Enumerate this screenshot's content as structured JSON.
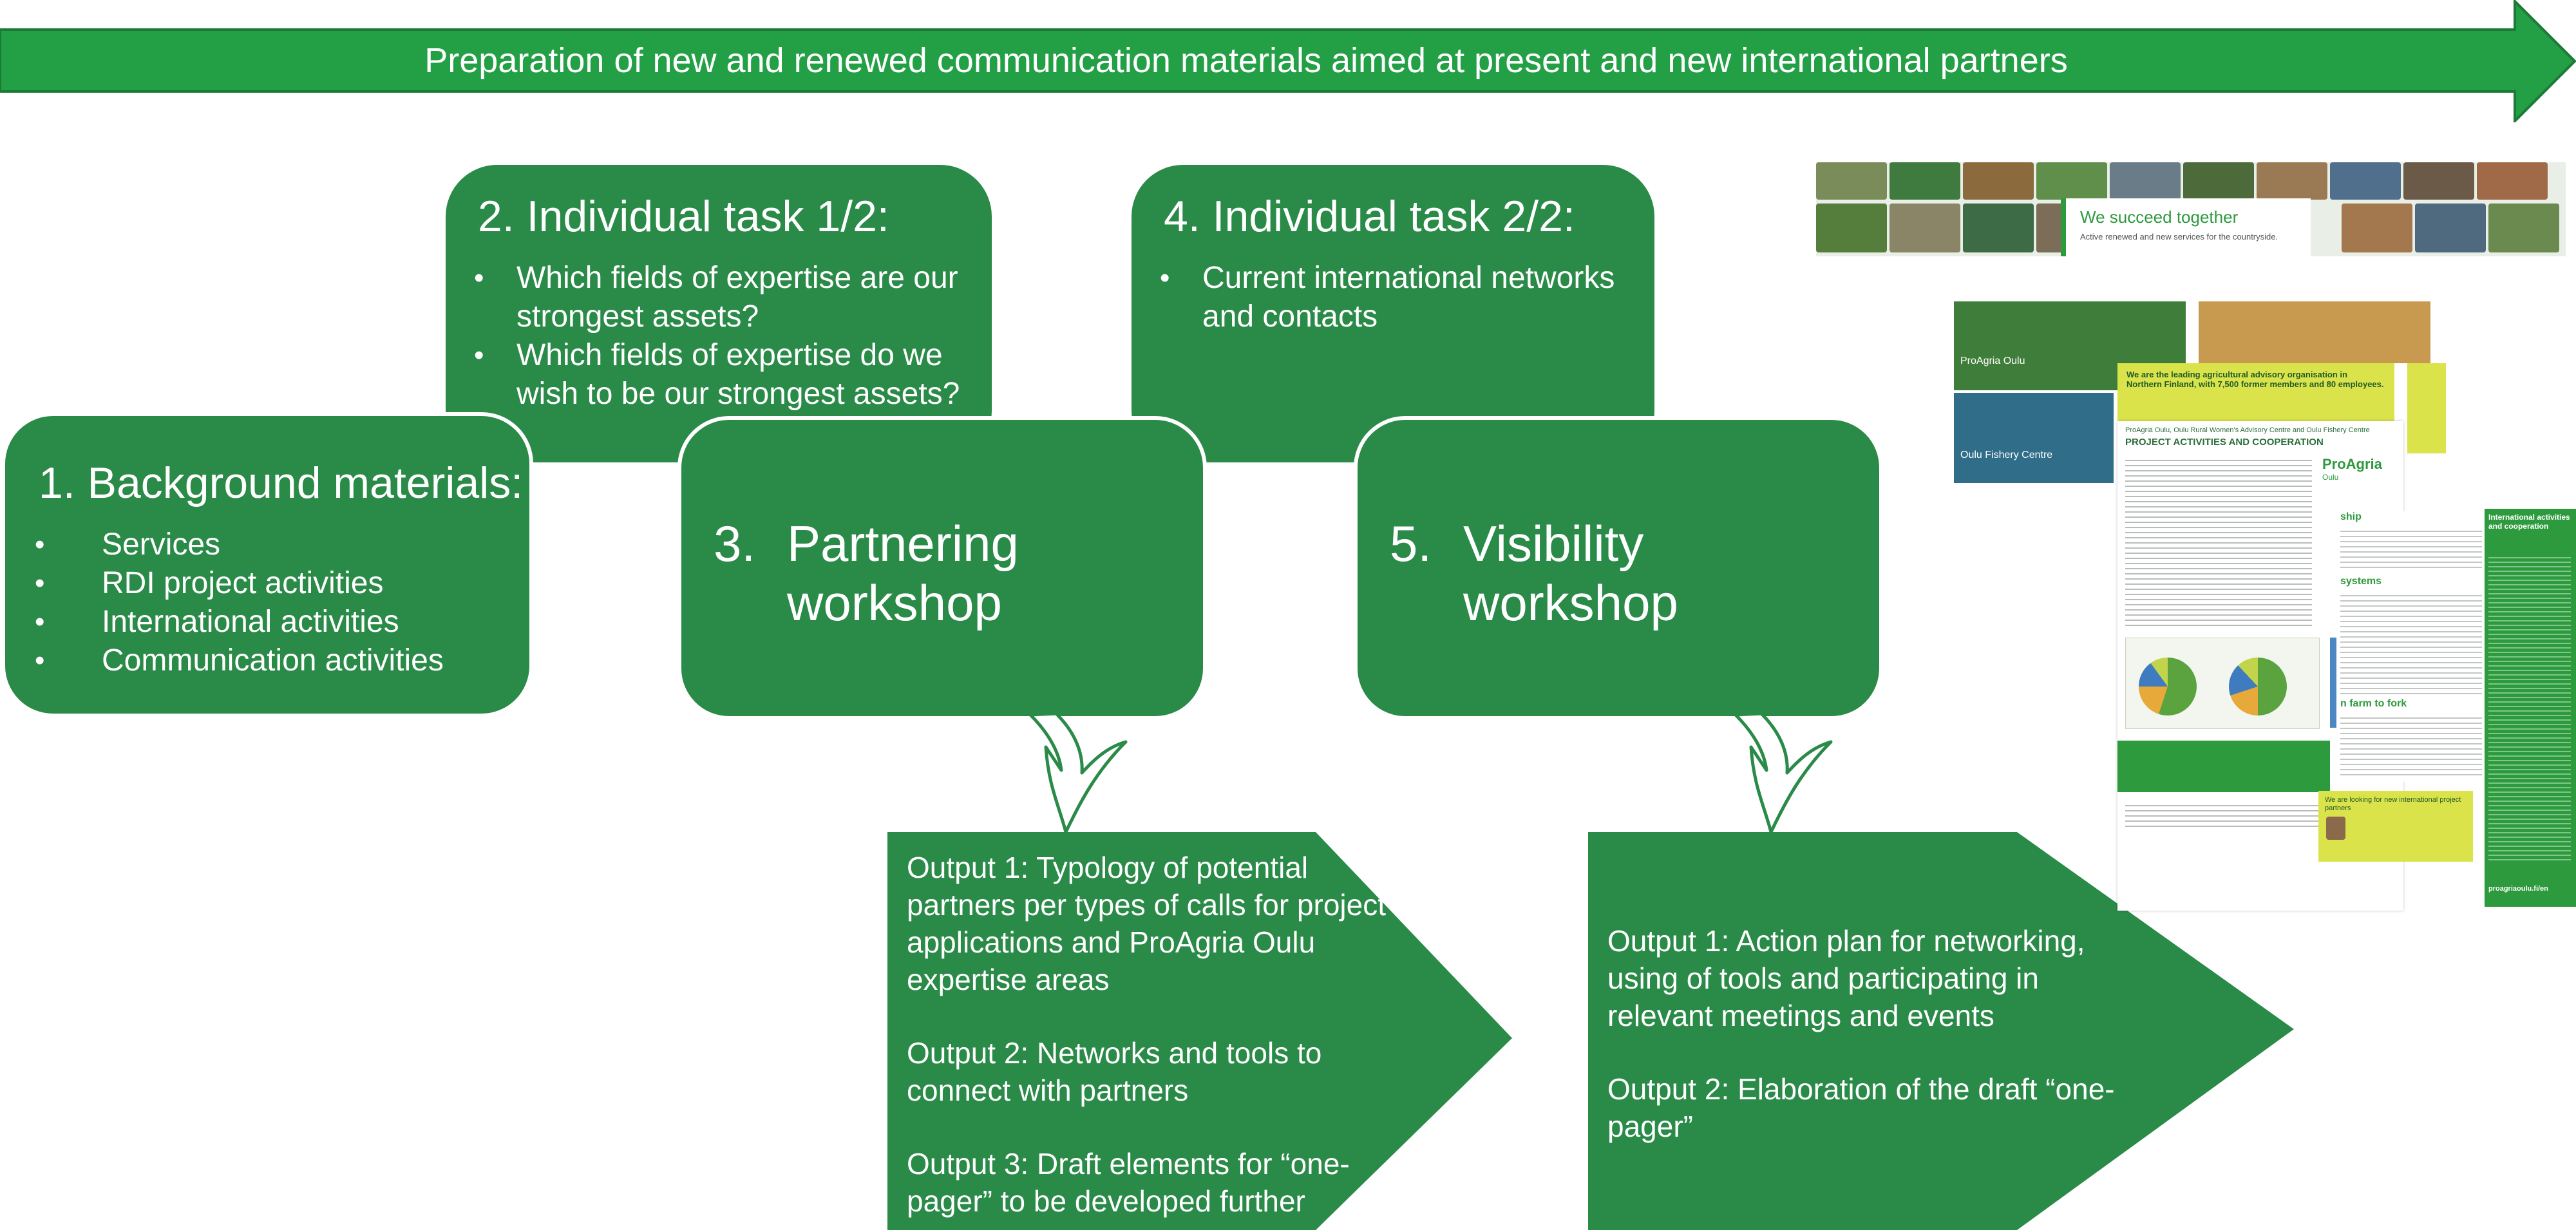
{
  "banner": {
    "text": "Preparation of new and renewed communication materials aimed at present and new international partners"
  },
  "step1": {
    "title": "1. Background materials:",
    "items": [
      "Services",
      "RDI project activities",
      "International activities",
      "Communication activities"
    ]
  },
  "step2": {
    "title": "2. Individual task 1/2:",
    "items": [
      "Which fields of expertise are our strongest assets?",
      "Which fields of expertise do we wish to be our strongest assets?"
    ]
  },
  "step3": {
    "number": "3.",
    "label": "Partnering workshop"
  },
  "step4": {
    "title": "4. Individual task 2/2:",
    "items": [
      "Current international networks and contacts"
    ]
  },
  "step5": {
    "number": "5.",
    "label": "Visibility workshop"
  },
  "output_partnering": {
    "o1": "Output 1: Typology of potential partners per types of calls for project applications and ProAgria Oulu expertise areas",
    "o2": "Output 2: Networks and tools to connect with partners",
    "o3": "Output 3: Draft elements for “one-pager” to be developed further"
  },
  "output_visibility": {
    "o1": "Output 1: Action plan for networking, using of tools and participating in relevant meetings and events",
    "o2": "Output 2: Elaboration of the draft “one-pager”"
  },
  "web_banner": {
    "headline": "We succeed together",
    "subline": "Active renewed and new services for the countryside."
  },
  "brochure": {
    "label_proagria_oulu": "ProAgria Oulu",
    "label_fishery": "Oulu Fishery Centre",
    "leading_text": "We are the leading agricultural advisory organisation in Northern Finland, with 7,500 former members and 80 employees.",
    "subtitle": "ProAgria Oulu, Oulu Rural Women's Advisory Centre and Oulu Fishery Centre",
    "heading": "PROJECT ACTIVITIES AND COOPERATION",
    "logo": "ProAgria",
    "logo_sub": "Oulu",
    "side_ship": "ship",
    "side_systems": "systems",
    "side_farm": "n farm to fork",
    "col_title": "International activities and cooperation",
    "contact_text": "We are looking for new international project partners",
    "url": "proagriaoulu.fi/en"
  },
  "colors": {
    "green": "#2a8a48",
    "banner_green": "#23a046",
    "yellow_green": "#dbe34a"
  }
}
